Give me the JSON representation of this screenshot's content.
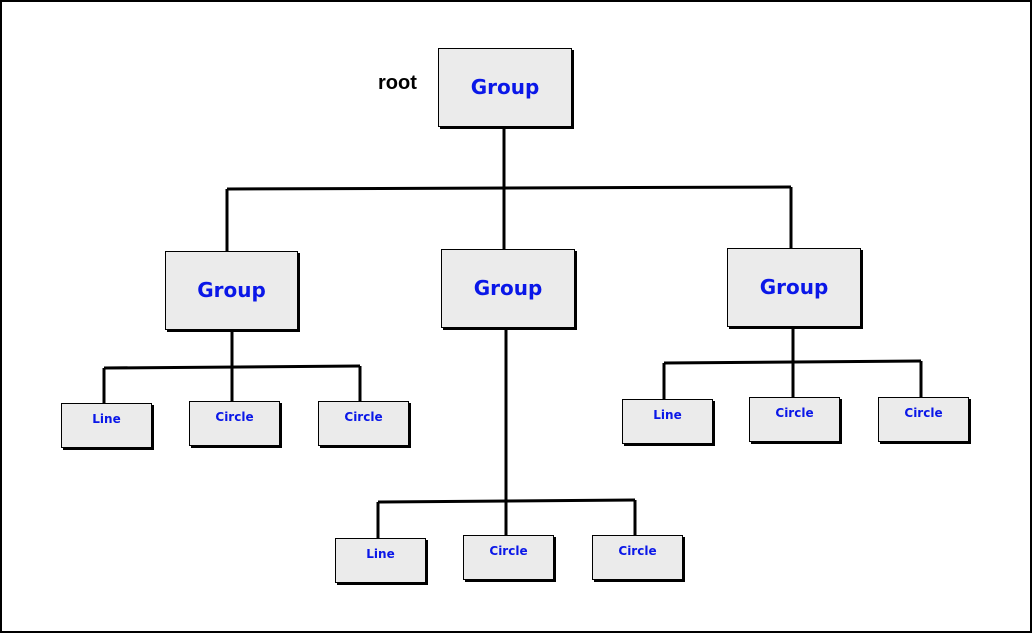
{
  "root_label": "root",
  "nodes": {
    "root": "Group",
    "group_left": "Group",
    "group_middle": "Group",
    "group_right": "Group",
    "left_children": [
      "Line",
      "Circle",
      "Circle"
    ],
    "middle_children": [
      "Line",
      "Circle",
      "Circle"
    ],
    "right_children": [
      "Line",
      "Circle",
      "Circle"
    ]
  },
  "colors": {
    "node_fill": "#ebebeb",
    "node_text": "#0a17e8",
    "edge": "#000000"
  }
}
